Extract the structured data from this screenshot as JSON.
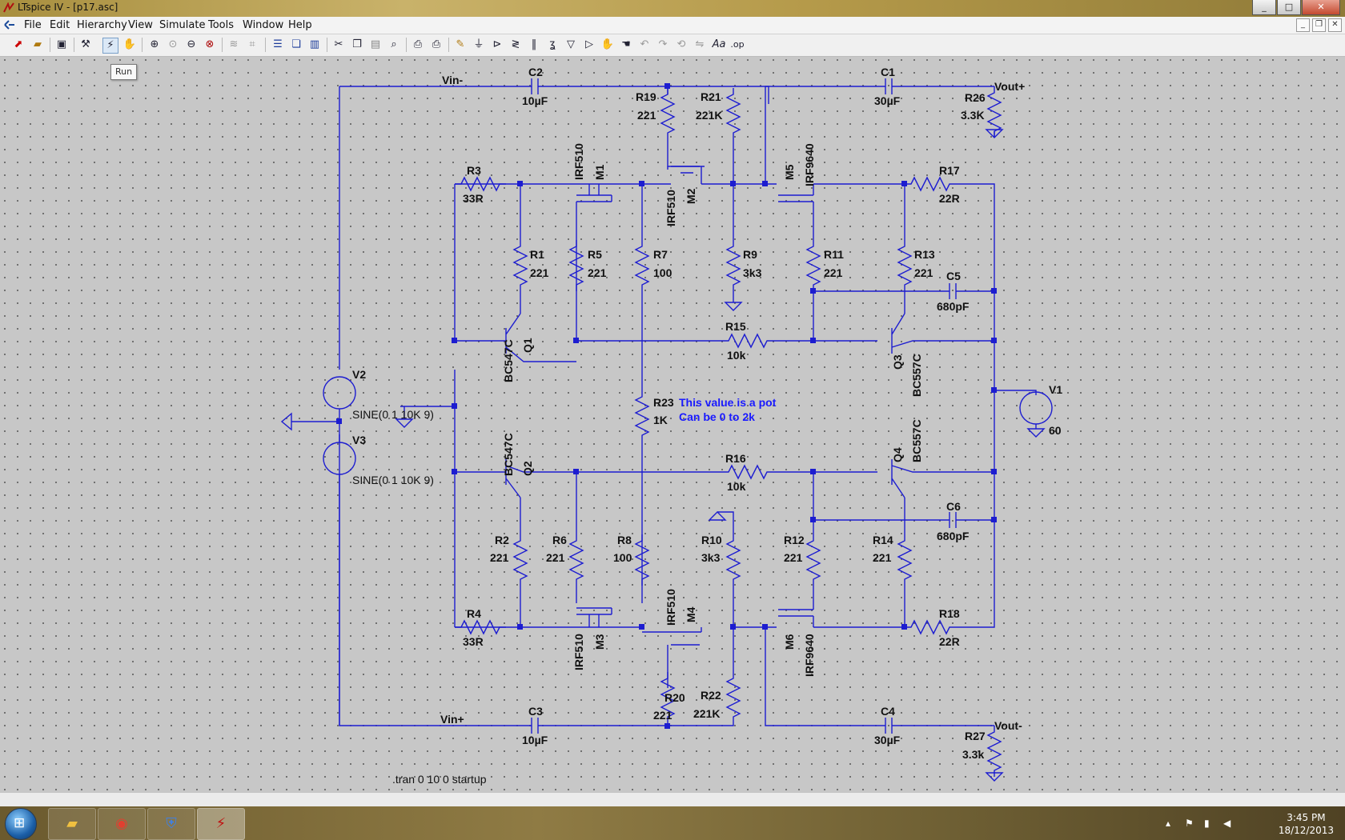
{
  "window": {
    "title": "LTspice IV - [p17.asc]"
  },
  "menu": [
    "File",
    "Edit",
    "Hierarchy",
    "View",
    "Simulate",
    "Tools",
    "Window",
    "Help"
  ],
  "tooltip": "Run",
  "toolbar_icons": [
    "new-schematic-icon",
    "open-icon",
    "save-icon",
    "control-panel-icon",
    "run-icon",
    "halt-icon",
    "zoom-in-icon",
    "pan-icon",
    "zoom-out-icon",
    "zoom-fit-icon",
    "autorange-icon",
    "trace-icon",
    "tile-horizontal-icon",
    "cascade-icon",
    "tile-vertical-icon",
    "cut-icon",
    "copy-icon",
    "paste-icon",
    "find-icon",
    "print-setup-icon",
    "print-icon",
    "wire-icon",
    "ground-icon",
    "label-icon",
    "resistor-icon",
    "capacitor-icon",
    "inductor-icon",
    "diode-icon",
    "component-icon",
    "move-icon",
    "drag-icon",
    "undo-icon",
    "redo-icon",
    "rotate-icon",
    "mirror-icon",
    "text-icon",
    "spice-directive-icon"
  ],
  "schematic": {
    "labels": {
      "vin_minus": "Vin-",
      "vin_plus": "Vin+",
      "vout_plus": "Vout+",
      "vout_minus": "Vout-",
      "c2": "C2",
      "c2v": "10µF",
      "c3": "C3",
      "c3v": "10µF",
      "c1": "C1",
      "c1v": "30µF",
      "c4": "C4",
      "c4v": "30µF",
      "r19": "R19",
      "r19v": "221",
      "r21": "R21",
      "r21v": "221K",
      "r20": "R20",
      "r20v": "221",
      "r22": "R22",
      "r22v": "221K",
      "r26": "R26",
      "r26v": "3.3K",
      "r27": "R27",
      "r27v": "3.3k",
      "r3": "R3",
      "r3v": "33R",
      "r4": "R4",
      "r4v": "33R",
      "r17": "R17",
      "r17v": "22R",
      "r18": "R18",
      "r18v": "22R",
      "m1": "M1",
      "m1t": "IRF510",
      "m2": "M2",
      "m2t": "IRF510",
      "m3": "M3",
      "m3t": "IRF510",
      "m4": "M4",
      "m4t": "IRF510",
      "m5": "M5",
      "m5t": "IRF9640",
      "m6": "M6",
      "m6t": "IRF9640",
      "r1": "R1",
      "r1v": "221",
      "r5": "R5",
      "r5v": "221",
      "r7": "R7",
      "r7v": "100",
      "r9": "R9",
      "r9v": "3k3",
      "r11": "R11",
      "r11v": "221",
      "r13": "R13",
      "r13v": "221",
      "c5": "C5",
      "c5v": "680pF",
      "r2": "R2",
      "r2v": "221",
      "r6": "R6",
      "r6v": "221",
      "r8": "R8",
      "r8v": "100",
      "r10": "R10",
      "r10v": "3k3",
      "r12": "R12",
      "r12v": "221",
      "r14": "R14",
      "r14v": "221",
      "c6": "C6",
      "c6v": "680pF",
      "q1": "Q1",
      "q1t": "BC547C",
      "q2": "Q2",
      "q2t": "BC547C",
      "q3": "Q3",
      "q3t": "BC557C",
      "q4": "Q4",
      "q4t": "BC557C",
      "r15": "R15",
      "r15v": "10k",
      "r16": "R16",
      "r16v": "10k",
      "r23": "R23",
      "r23v": "1K",
      "note1": "This value is a pot",
      "note2": "Can be 0 to 2k",
      "v1": "V1",
      "v1v": "60",
      "v2": "V2",
      "v2v": "SINE(0 1 10K 9)",
      "v3": "V3",
      "v3v": "SINE(0 1 10K 9)",
      "directive": ".tran 0 10 0 startup"
    }
  },
  "taskbar": {
    "time": "3:45 PM",
    "date": "18/12/2013"
  }
}
